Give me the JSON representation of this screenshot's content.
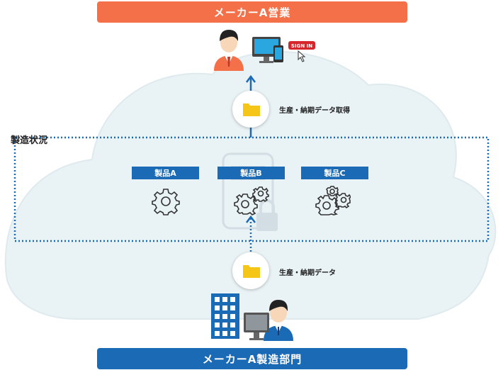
{
  "banners": {
    "top": "メーカーA営業",
    "bottom": "メーカーA製造部門"
  },
  "section_label": "製造状況",
  "products": [
    "製品A",
    "製品B",
    "製品C"
  ],
  "flows": {
    "upper": "生産・納期データ取得",
    "lower": "生産・納期データ"
  },
  "sign_in_label": "SIGN IN",
  "colors": {
    "orange": "#f37048",
    "blue": "#1b6ab5",
    "cloud": "#e8f1f4",
    "folder": "#f5c518"
  }
}
